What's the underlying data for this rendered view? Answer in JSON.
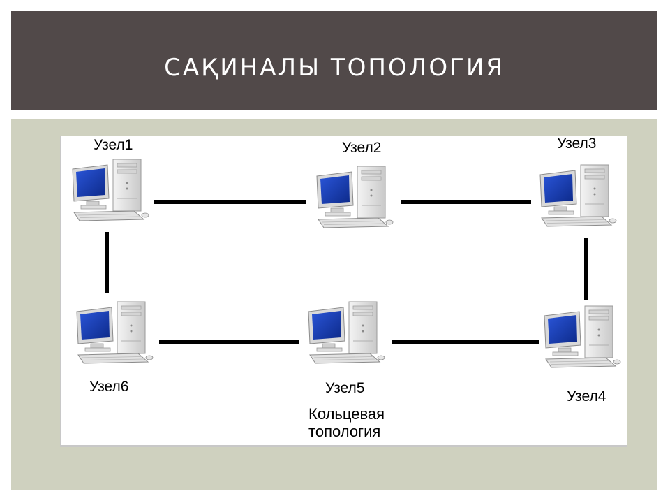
{
  "slide": {
    "title": "САҚИНАЛЫ ТОПОЛОГИЯ"
  },
  "diagram": {
    "nodes": [
      {
        "id": "node1",
        "label": "Узел1"
      },
      {
        "id": "node2",
        "label": "Узел2"
      },
      {
        "id": "node3",
        "label": "Узел3"
      },
      {
        "id": "node4",
        "label": "Узел4"
      },
      {
        "id": "node5",
        "label": "Узел5"
      },
      {
        "id": "node6",
        "label": "Узел6"
      }
    ],
    "links": [
      {
        "from": "node1",
        "to": "node2"
      },
      {
        "from": "node2",
        "to": "node3"
      },
      {
        "from": "node3",
        "to": "node4"
      },
      {
        "from": "node4",
        "to": "node5"
      },
      {
        "from": "node5",
        "to": "node6"
      },
      {
        "from": "node6",
        "to": "node1"
      }
    ],
    "caption_line1": "Кольцевая",
    "caption_line2": "топология",
    "icon": "desktop-computer-icon",
    "colors": {
      "screen": "#1a3fb8",
      "case": "#e6e6e6",
      "link": "#000000",
      "title_bar": "#514949",
      "panel": "#cfd1bf"
    }
  }
}
